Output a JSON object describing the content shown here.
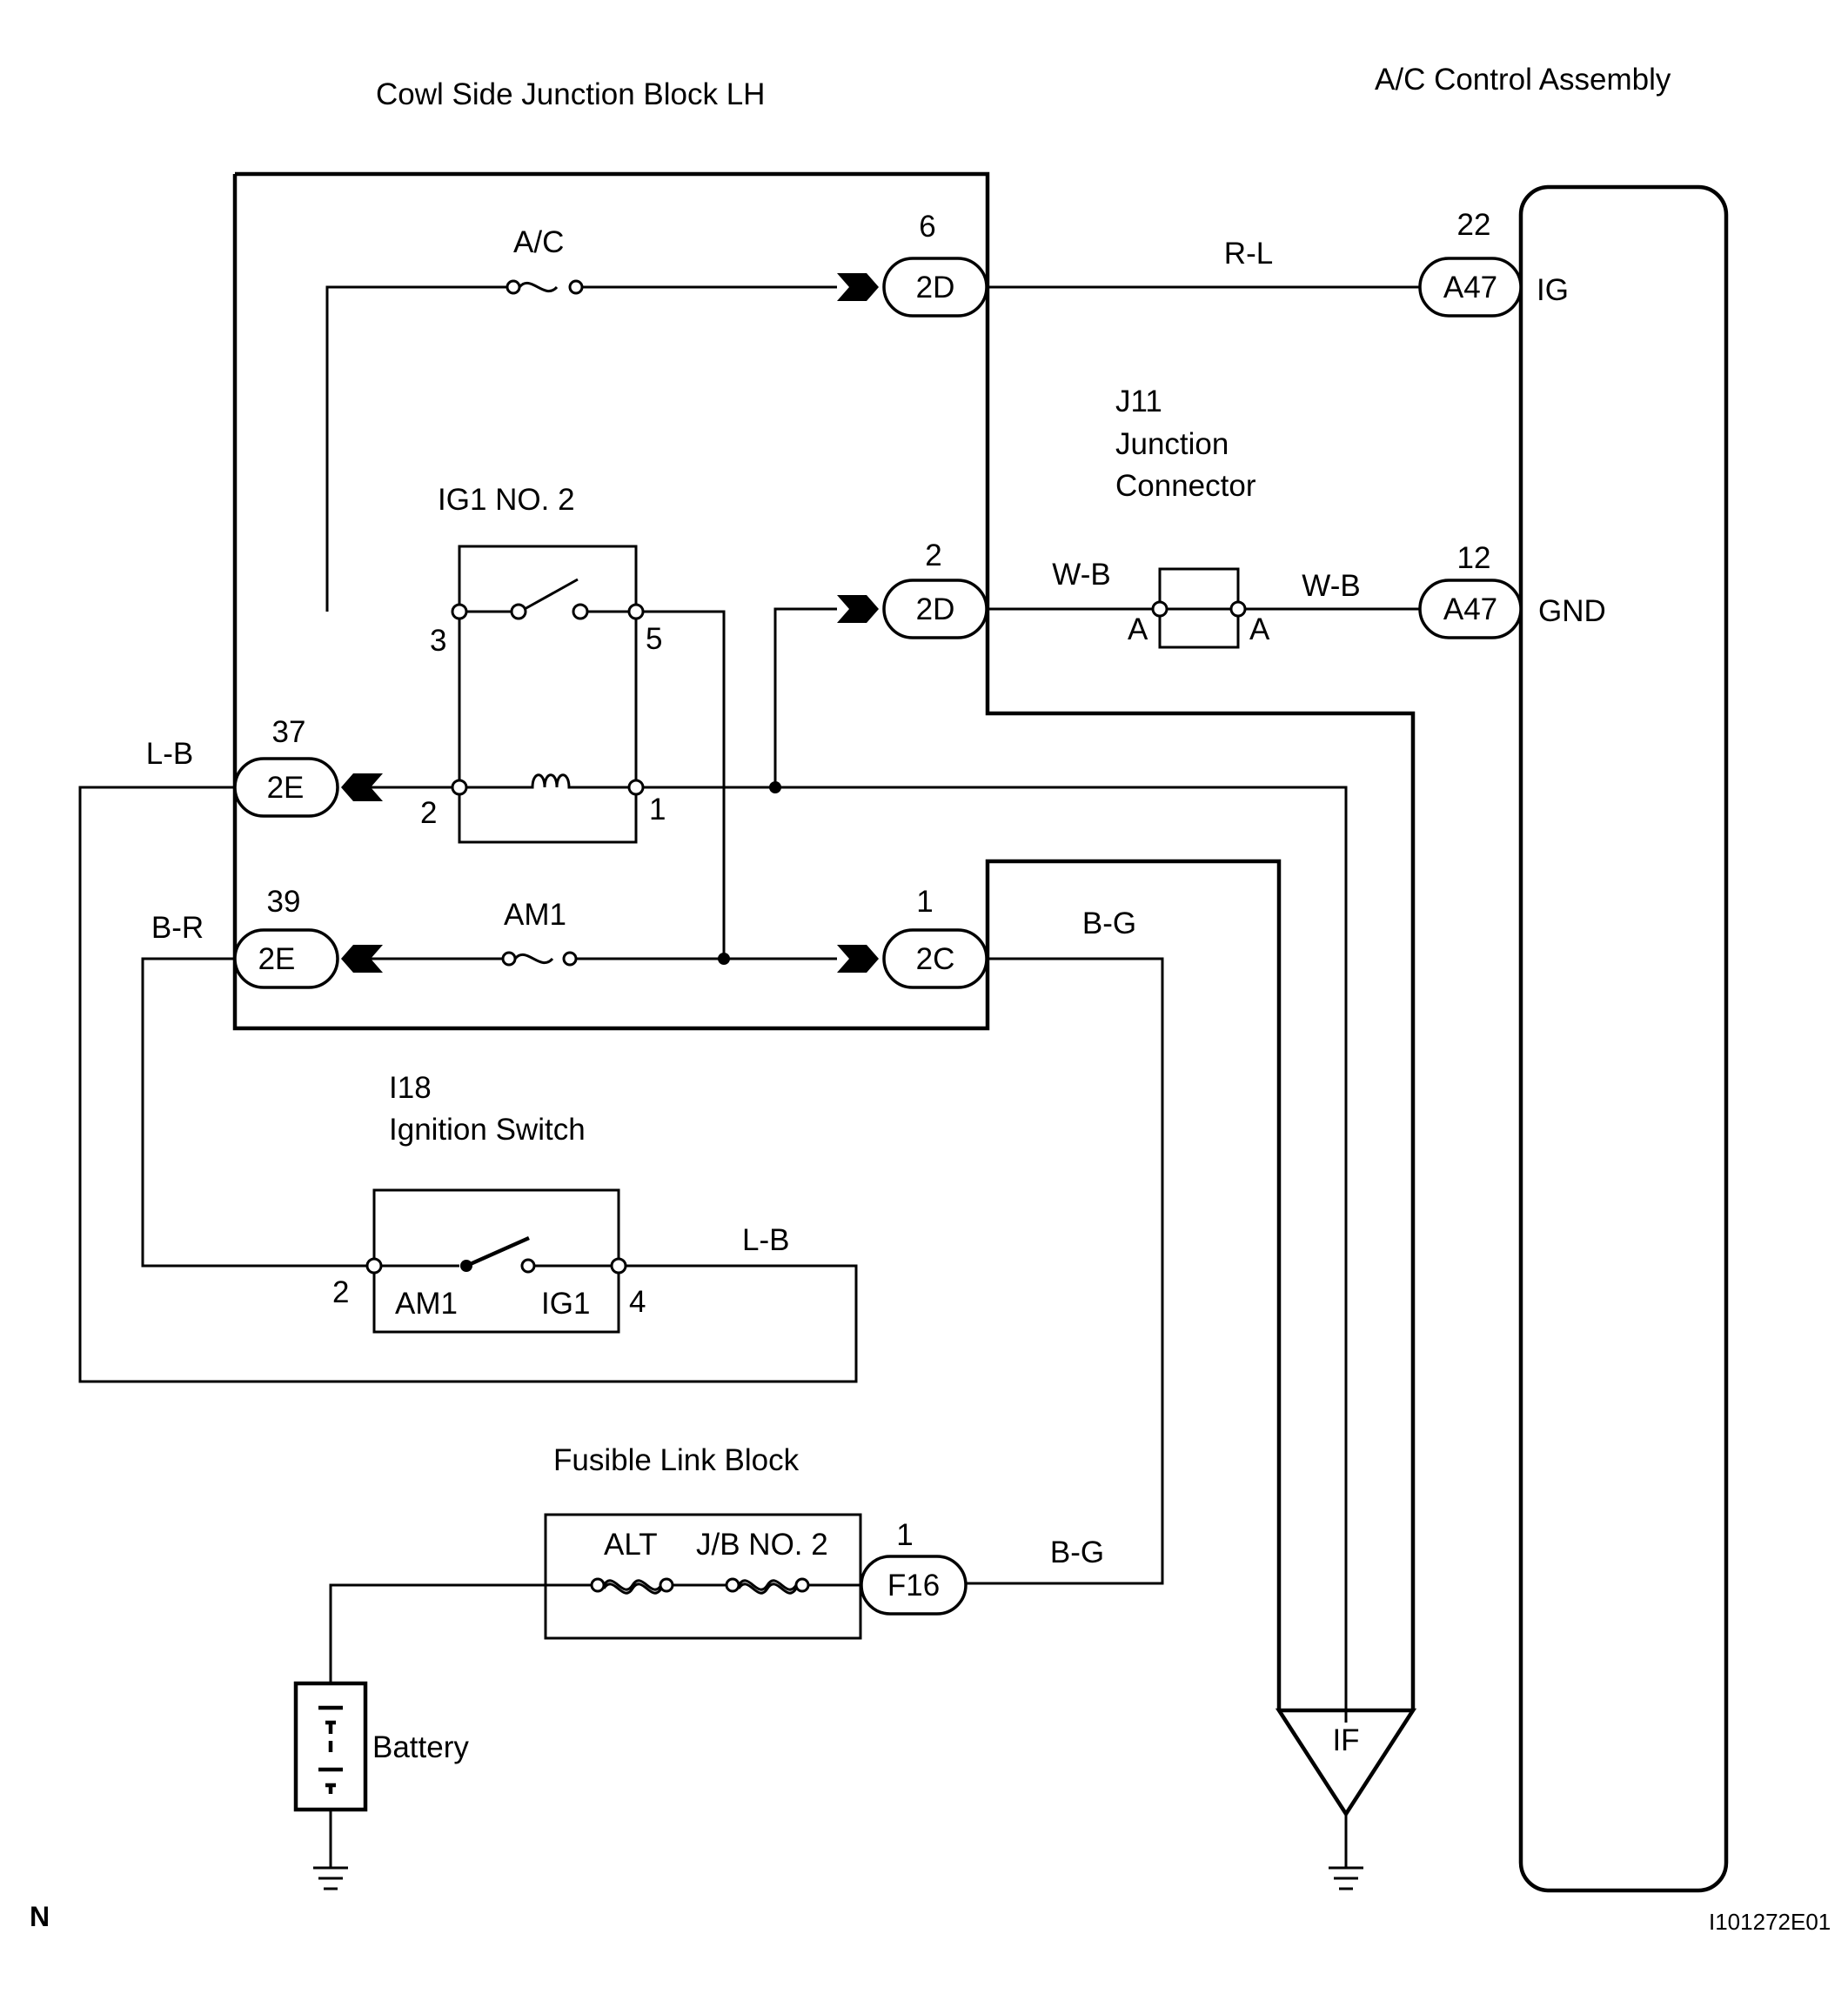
{
  "labels": {
    "cowl_jb_title": "Cowl Side Junction Block LH",
    "ac_control_title": "A/C Control Assembly",
    "ac_fuse": "A/C",
    "am1_fuse": "AM1",
    "ig1_relay": "IG1 NO. 2",
    "j11_line1": "J11",
    "j11_line2": "Junction",
    "j11_line3": "Connector",
    "ign_switch_line1": "I18",
    "ign_switch_line2": "Ignition Switch",
    "ign_switch_am1": "AM1",
    "ign_switch_ig1": "IG1",
    "fusible_link_block": "Fusible Link Block",
    "fuse_alt": "ALT",
    "fuse_jb2": "J/B NO. 2",
    "battery": "Battery",
    "ground_if": "IF",
    "footer_n": "N",
    "figure_code": "I101272E01"
  },
  "connectors": {
    "c_2d_top": "2D",
    "c_2d_mid": "2D",
    "c_2c": "2C",
    "c_2e_37": "2E",
    "c_2e_39": "2E",
    "c_a47_ig": "A47",
    "c_a47_gnd": "A47",
    "c_f16": "F16"
  },
  "pins": {
    "p6": "6",
    "p2_2d": "2",
    "p1_2c": "1",
    "p37": "37",
    "p39": "39",
    "p22": "22",
    "p12": "12",
    "p1_f16": "1",
    "relay_3": "3",
    "relay_5": "5",
    "relay_2": "2",
    "relay_1": "1",
    "sw_2": "2",
    "sw_4": "4",
    "j11_a_left": "A",
    "j11_a_right": "A"
  },
  "terminals": {
    "ig": "IG",
    "gnd": "GND"
  },
  "wire_colors": {
    "r_l": "R-L",
    "w_b_left": "W-B",
    "w_b_right": "W-B",
    "l_b_top": "L-B",
    "b_r": "B-R",
    "b_g_top": "B-G",
    "l_b_switch": "L-B",
    "b_g_bottom": "B-G"
  }
}
